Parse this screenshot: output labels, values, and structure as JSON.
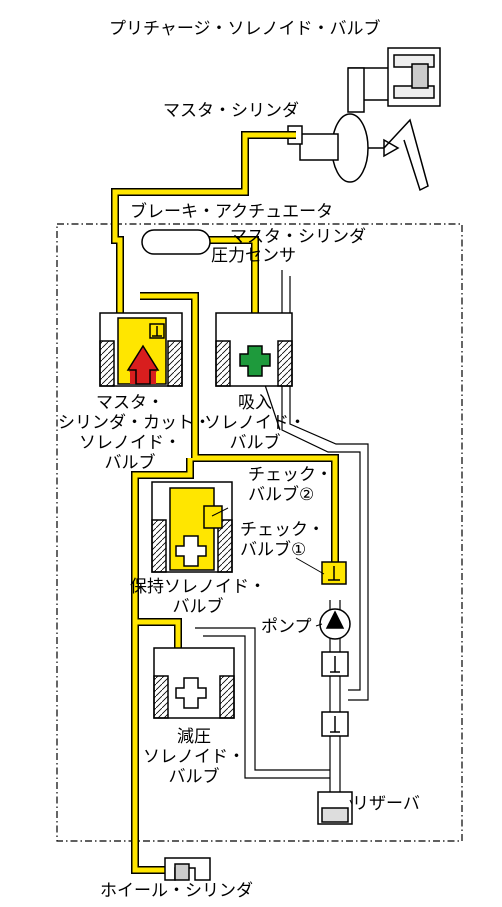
{
  "labels": {
    "precharge_valve": "プリチャージ・ソレノイド・バルブ",
    "master_cylinder": "マスタ・シリンダ",
    "brake_actuator": "ブレーキ・アクチュエータ",
    "mc_pressure_sensor_line1": "マスタ・シリンダ",
    "mc_pressure_sensor_line2": "圧力センサ",
    "mc_cut_valve_line1": "マスタ・",
    "mc_cut_valve_line2": "シリンダ・カット・",
    "mc_cut_valve_line3": "ソレノイド・",
    "mc_cut_valve_line4": "バルブ",
    "suction_valve_line1": "吸入",
    "suction_valve_line2": "ソレノイド・",
    "suction_valve_line3": "バルブ",
    "check_valve2_line1": "チェック・",
    "check_valve2_line2": "バルブ②",
    "check_valve1_line1": "チェック・",
    "check_valve1_line2": "バルブ①",
    "hold_valve_line1": "保持ソレノイド・",
    "hold_valve_line2": "バルブ",
    "pump": "ポンプ",
    "reduce_valve_line1": "減圧",
    "reduce_valve_line2": "ソレノイド・",
    "reduce_valve_line3": "バルブ",
    "reservoir": "リザーバ",
    "wheel_cylinder": "ホイール・シリンダ"
  },
  "colors": {
    "pressure_line": "#ffe600",
    "mc_cut_arrow": "#d81e1e",
    "suction_arrow": "#1e9a3c",
    "outline": "#000000"
  }
}
